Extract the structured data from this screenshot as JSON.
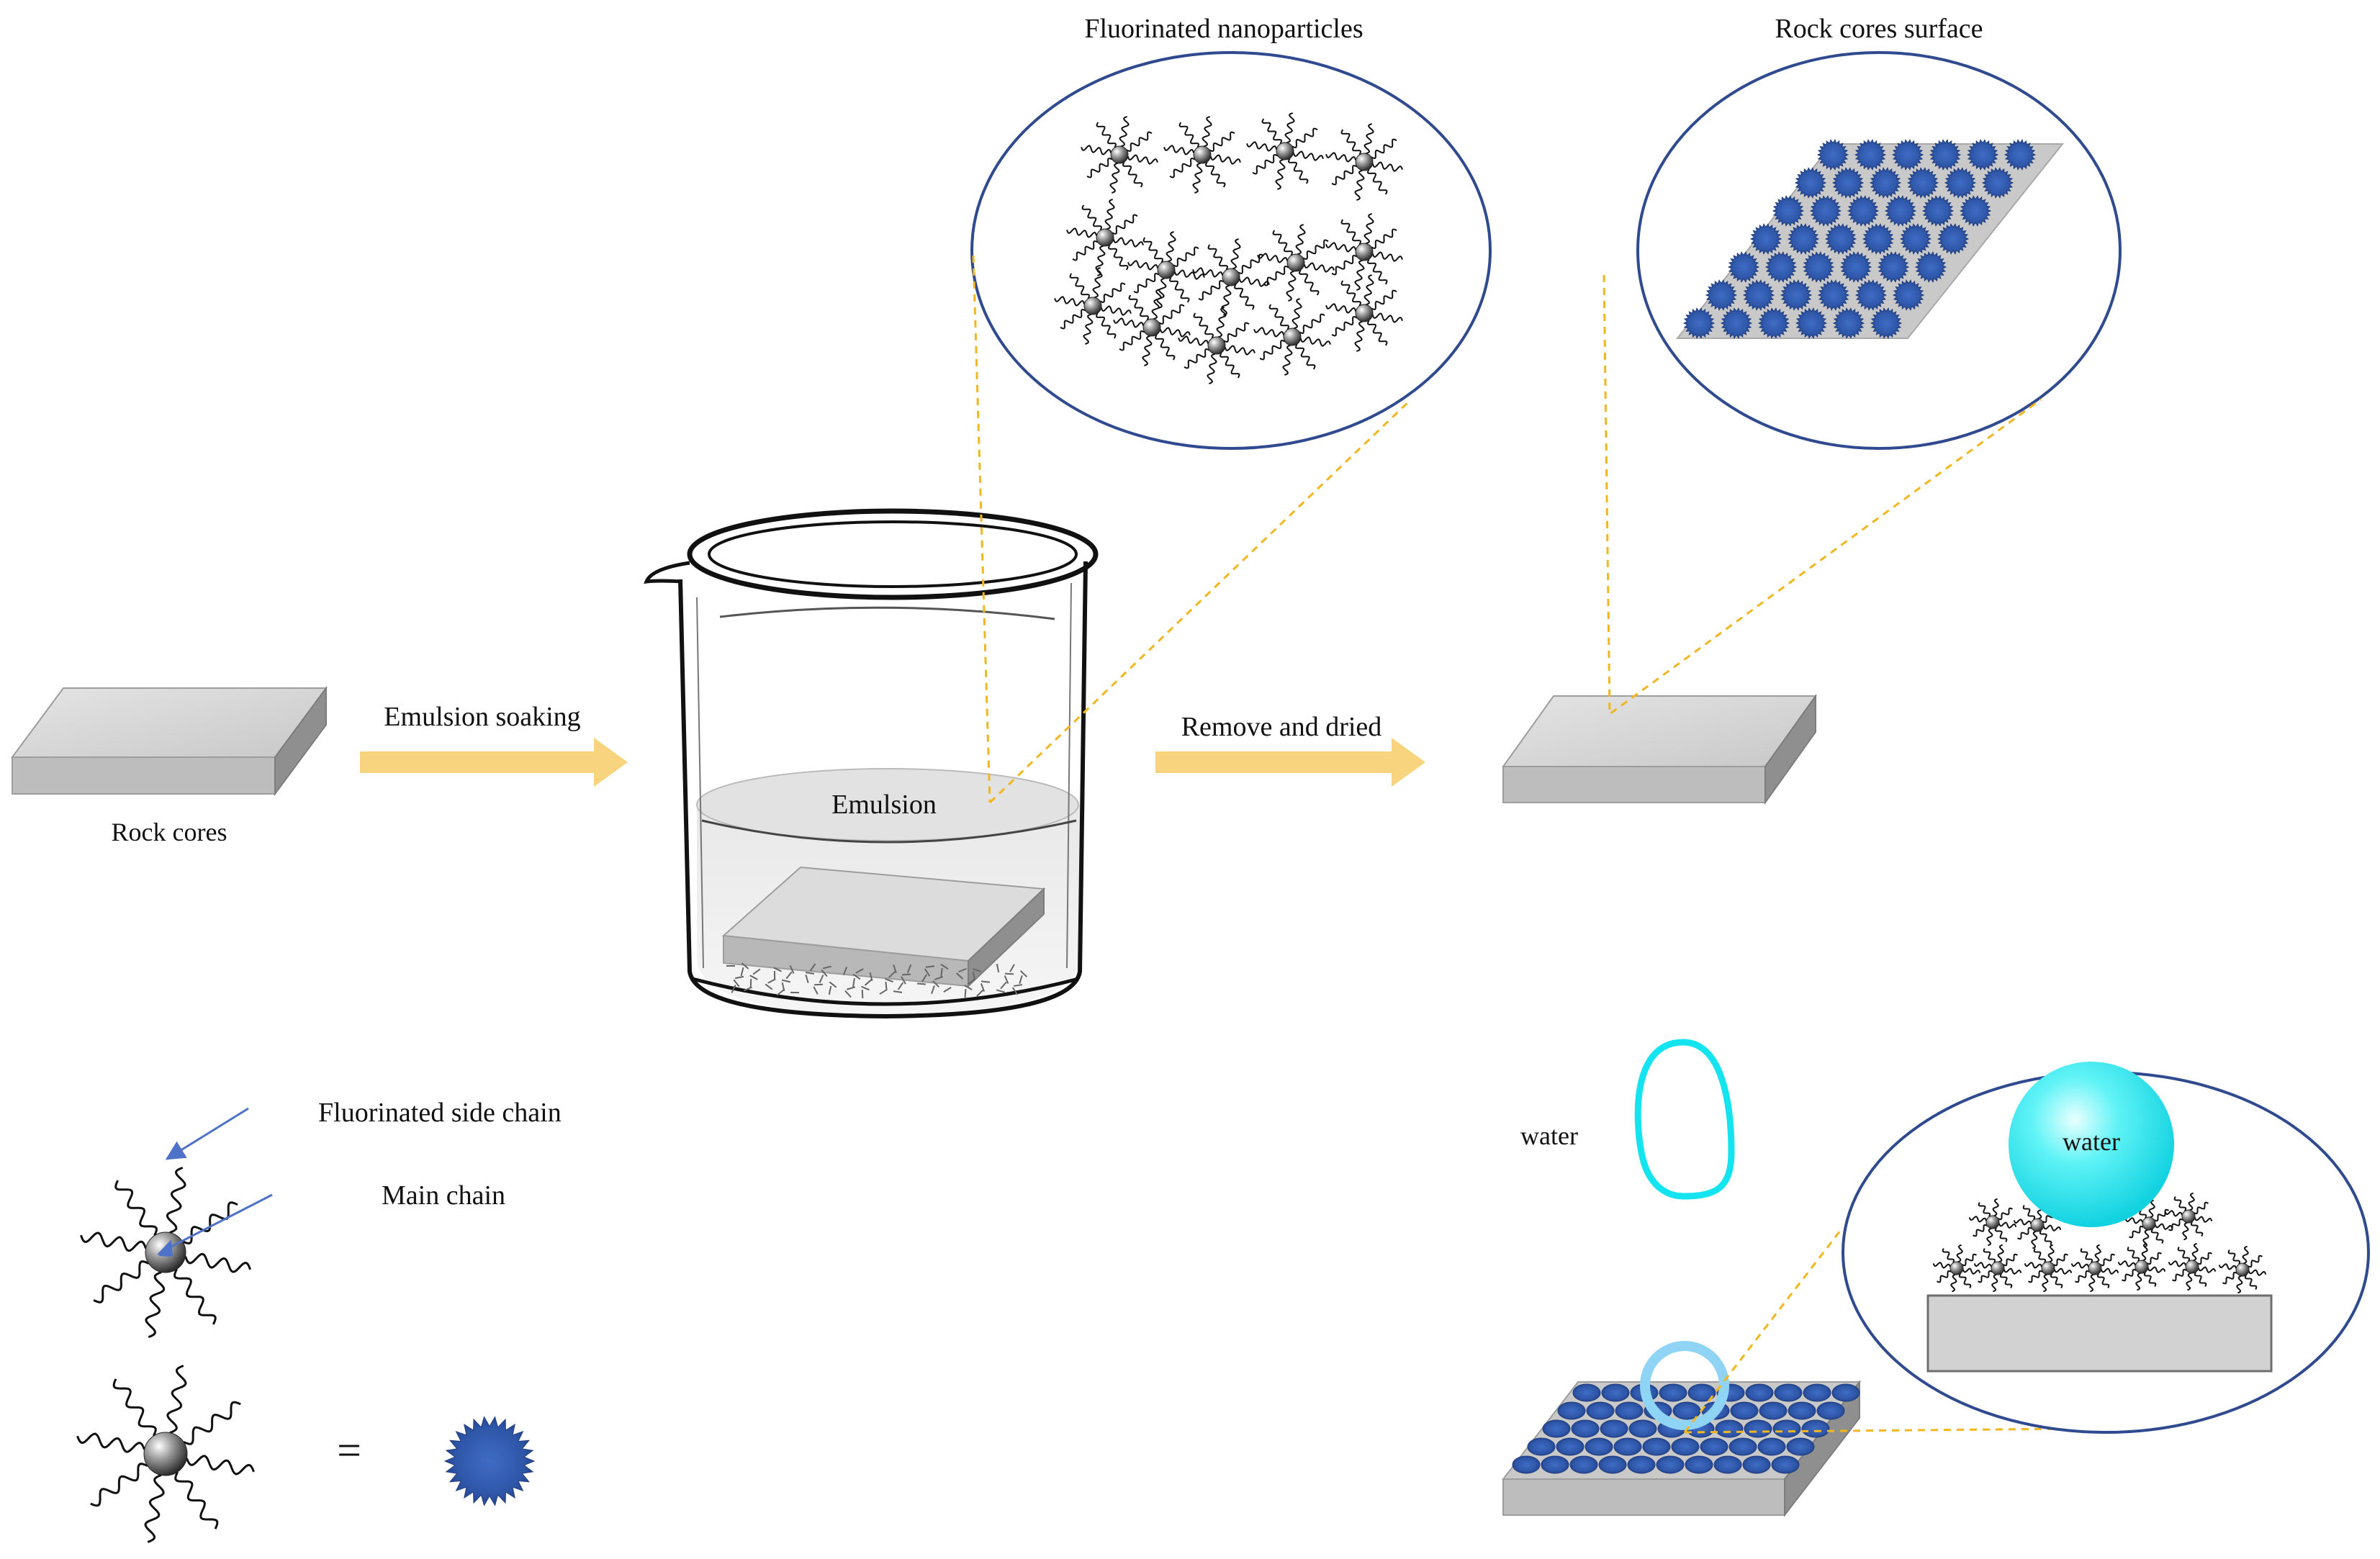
{
  "labels": {
    "rock_cores": "Rock cores",
    "emulsion_soaking": "Emulsion soaking",
    "emulsion": "Emulsion",
    "remove_and_dried": "Remove and dried",
    "fluorinated_nanoparticles": "Fluorinated nanoparticles",
    "rock_cores_surface": "Rock cores surface",
    "fluorinated_side_chain": "Fluorinated side chain",
    "main_chain": "Main chain",
    "equals": "=",
    "water_drop": "water",
    "water_sphere": "water"
  },
  "colors": {
    "arrow": "#f9d47e",
    "leader_dash": "#f2b720",
    "circle_outline": "#2f4a8f",
    "particle_blue": "#2e56a8",
    "particle_edge": "#233f7e",
    "slab_top": "#d4d4d4",
    "slab_front": "#bdbdbd",
    "slab_side": "#8f8f8f",
    "water_outline": "#13e4f0",
    "water_ring": "#8fd3f5",
    "pointer_blue": "#4f72c9"
  },
  "icons": [
    "fluorinated-nanoparticle-icon",
    "blue-spiky-particle-icon",
    "water-droplet-icon",
    "beaker-icon",
    "rock-core-slab-icon"
  ]
}
